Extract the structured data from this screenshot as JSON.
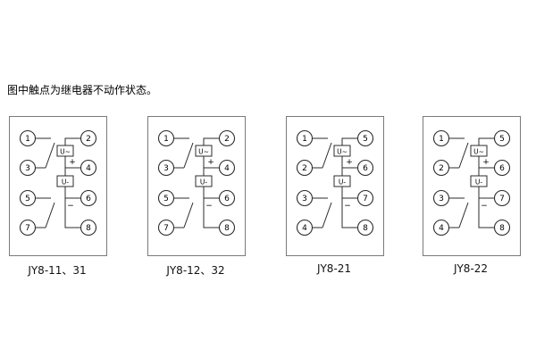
{
  "caption": "图中触点为继电器不动作状态。",
  "symbols": {
    "ac_coil": "U~",
    "dc_coil": "U-",
    "plus": "+",
    "minus": "−"
  },
  "panels": [
    {
      "label": "JY8-11、31",
      "left_terminals": [
        "1",
        "3",
        "5",
        "7"
      ],
      "right_terminals": [
        "2",
        "4",
        "6",
        "8"
      ]
    },
    {
      "label": "JY8-12、32",
      "left_terminals": [
        "1",
        "3",
        "5",
        "7"
      ],
      "right_terminals": [
        "2",
        "4",
        "6",
        "8"
      ]
    },
    {
      "label": "JY8-21",
      "left_terminals": [
        "1",
        "2",
        "3",
        "4"
      ],
      "right_terminals": [
        "5",
        "6",
        "7",
        "8"
      ]
    },
    {
      "label": "JY8-22",
      "left_terminals": [
        "1",
        "2",
        "3",
        "4"
      ],
      "right_terminals": [
        "5",
        "6",
        "7",
        "8"
      ]
    }
  ]
}
